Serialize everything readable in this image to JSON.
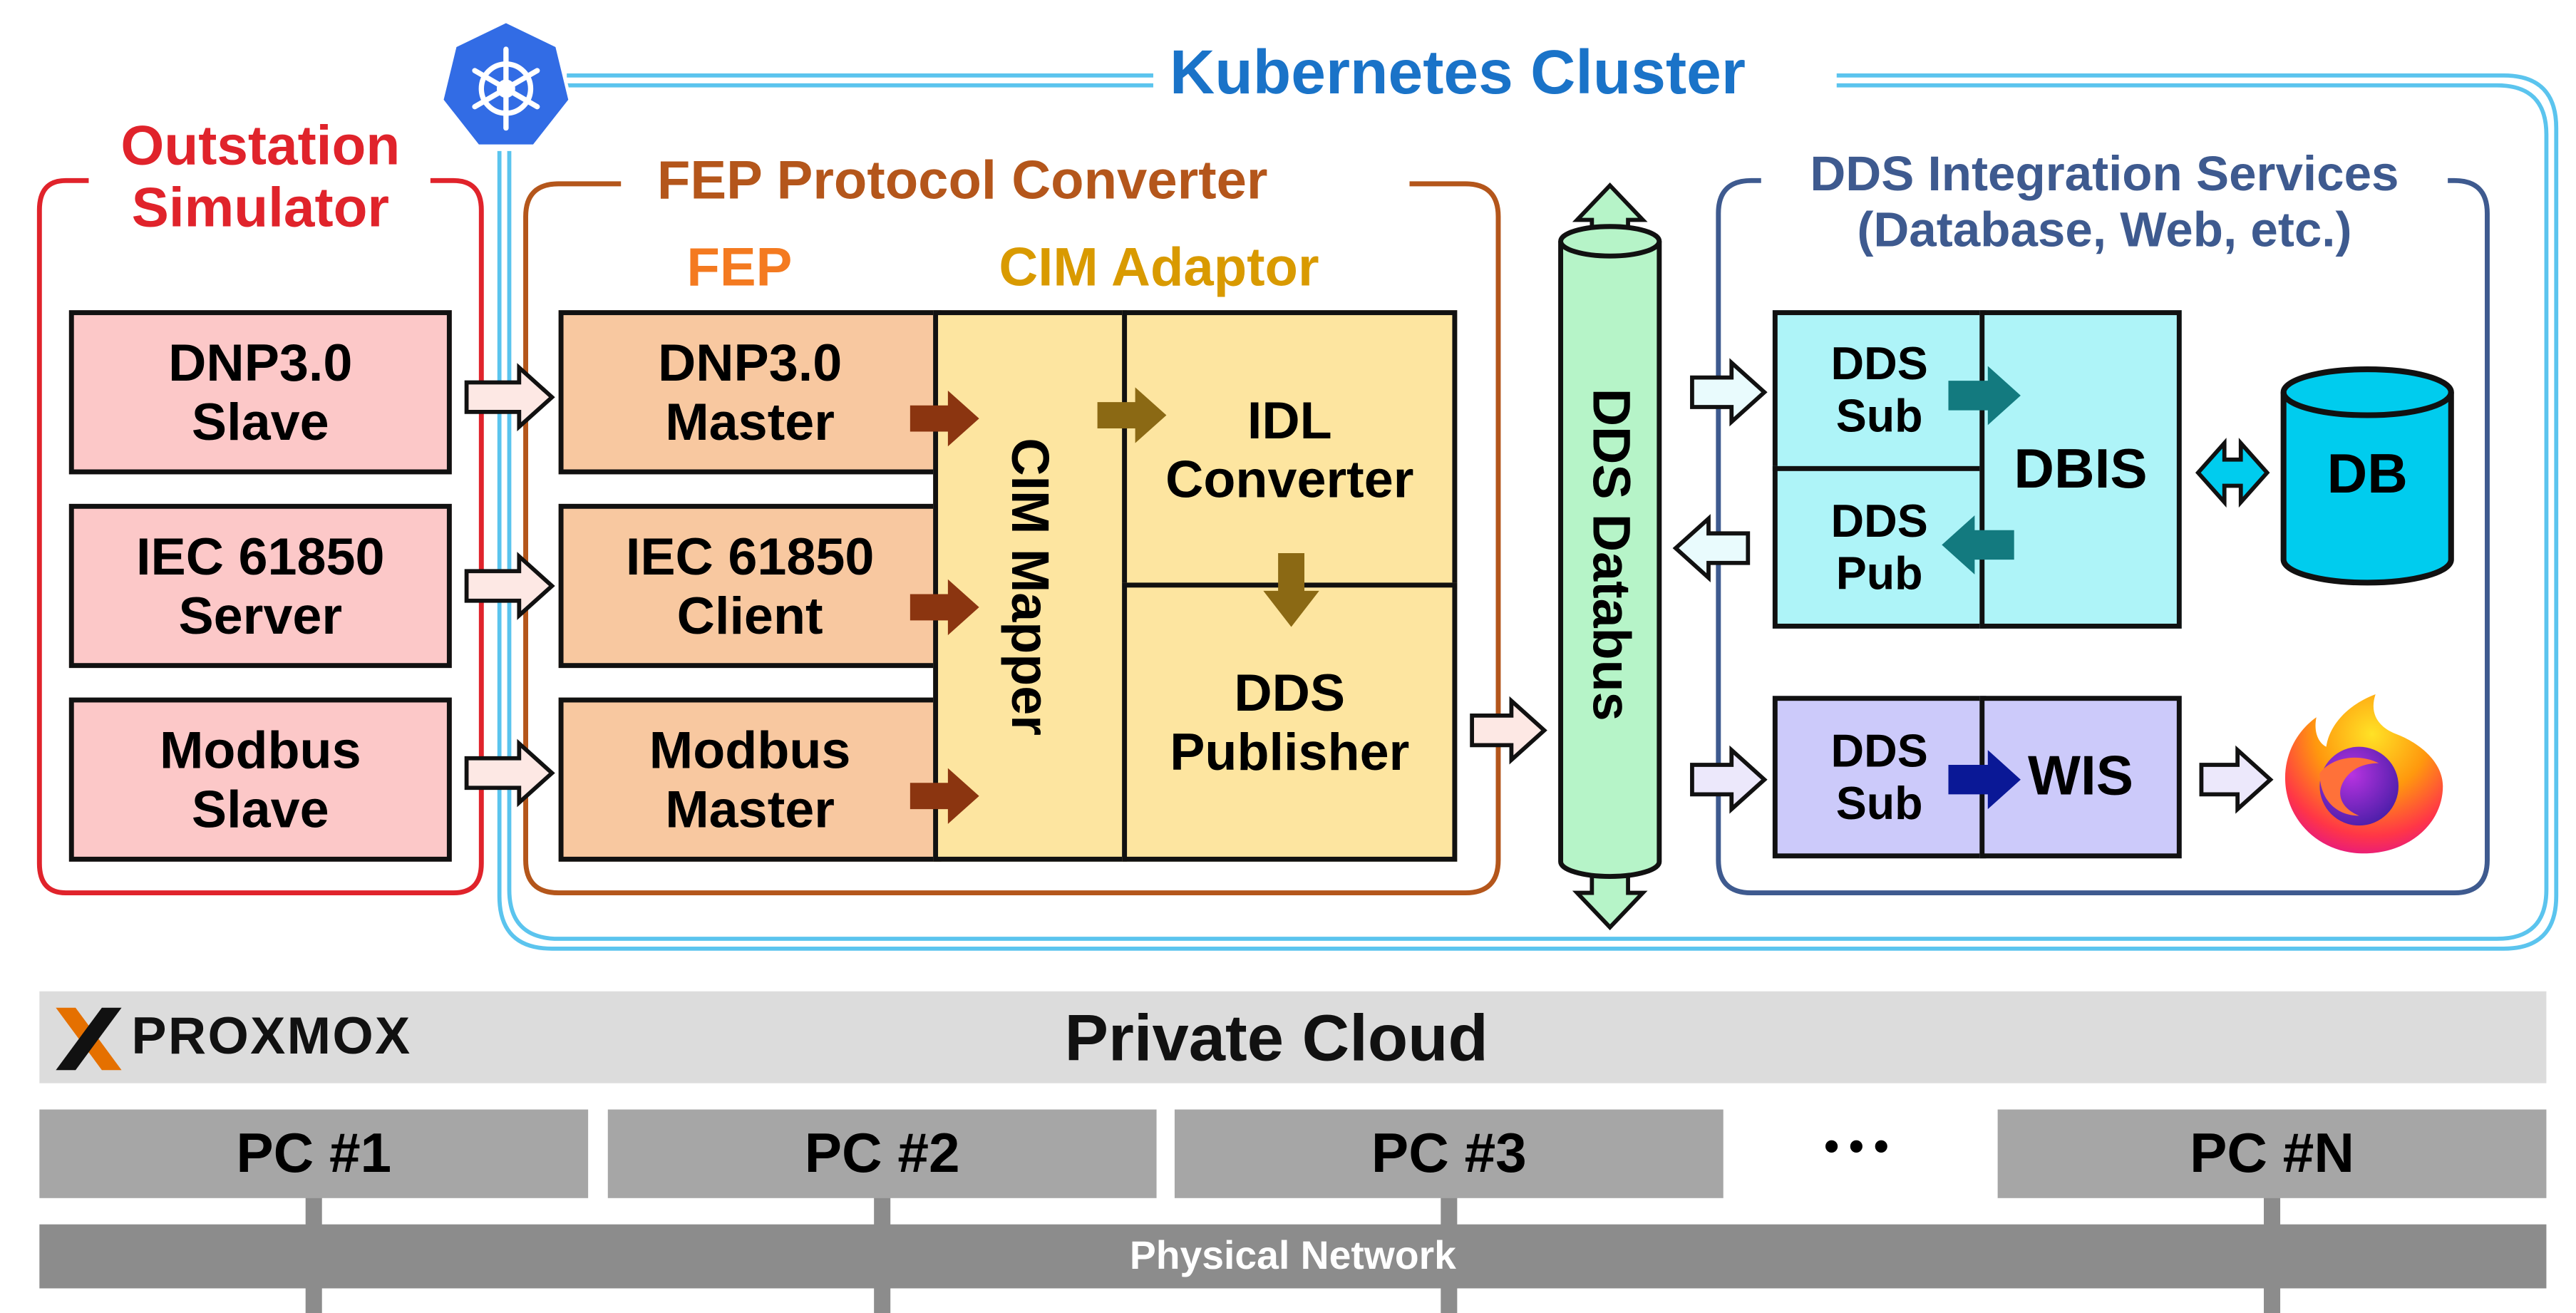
{
  "kubernetes": {
    "title": "Kubernetes Cluster",
    "icon": "kubernetes-helm-icon"
  },
  "outstation": {
    "title": "Outstation\nSimulator",
    "items": [
      "DNP3.0\nSlave",
      "IEC 61850\nServer",
      "Modbus\nSlave"
    ]
  },
  "fep_converter": {
    "title": "FEP Protocol Converter",
    "fep_label": "FEP",
    "cim_label": "CIM Adaptor",
    "fep_items": [
      "DNP3.0\nMaster",
      "IEC 61850\nClient",
      "Modbus\nMaster"
    ],
    "cim_mapper": "CIM Mapper",
    "idl_converter": "IDL\nConverter",
    "dds_publisher": "DDS\nPublisher"
  },
  "databus": {
    "label": "DDS Databus"
  },
  "integration": {
    "title": "DDS Integration Services\n(Database, Web, etc.)",
    "dds_sub": "DDS\nSub",
    "dds_pub": "DDS\nPub",
    "dbis": "DBIS",
    "db": "DB",
    "dds_sub2": "DDS\nSub",
    "wis": "WIS",
    "browser_icon": "firefox-icon"
  },
  "private_cloud": {
    "logo": "PROXMOX",
    "label": "Private Cloud"
  },
  "pcs": [
    "PC #1",
    "PC #2",
    "PC #3",
    "PC #N"
  ],
  "ellipsis": "•••",
  "network": "Physical Network",
  "colors": {
    "outstation": "#e0232b",
    "outstation_fill": "#fcc8c8",
    "fep_border": "#b4561b",
    "fep_title": "#b4561b",
    "fep_label": "#f47a20",
    "fep_fill": "#f8c8a0",
    "cim_label": "#d99a00",
    "cim_fill": "#fde5a0",
    "kubernetes": "#1a73c8",
    "k8s_border": "#5bc4ee",
    "dds_border": "#3e5a8f",
    "dbis_fill": "#aef4f8",
    "wis_fill": "#cccafa",
    "databus": "#b6f4c8",
    "db": "#00ccee",
    "cloud": "#dcdcdc",
    "pc": "#a6a6a6",
    "network": "#8c8c8c"
  }
}
